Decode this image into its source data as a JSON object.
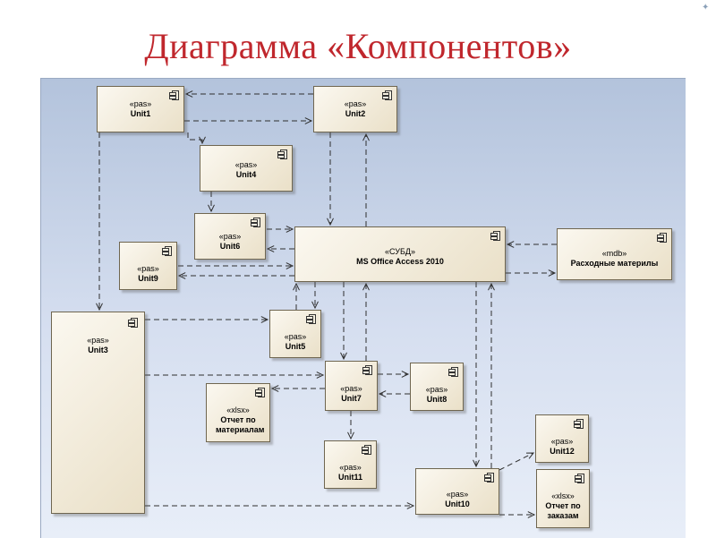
{
  "slide": {
    "title": "Диаграмма «Компонентов»"
  },
  "components": [
    {
      "id": "unit1",
      "stereotype": "«pas»",
      "name": "Unit1"
    },
    {
      "id": "unit2",
      "stereotype": "«pas»",
      "name": "Unit2"
    },
    {
      "id": "unit4",
      "stereotype": "«pas»",
      "name": "Unit4"
    },
    {
      "id": "unit6",
      "stereotype": "«pas»",
      "name": "Unit6"
    },
    {
      "id": "subd",
      "stereotype": "«СУБД»",
      "name": "MS Office Access 2010"
    },
    {
      "id": "mdb",
      "stereotype": "«mdb»",
      "name": "Расходные материлы"
    },
    {
      "id": "unit9",
      "stereotype": "«pas»",
      "name": "Unit9"
    },
    {
      "id": "unit3",
      "stereotype": "«pas»",
      "name": "Unit3"
    },
    {
      "id": "unit5",
      "stereotype": "«pas»",
      "name": "Unit5"
    },
    {
      "id": "unit7",
      "stereotype": "«pas»",
      "name": "Unit7"
    },
    {
      "id": "unit8",
      "stereotype": "«pas»",
      "name": "Unit8"
    },
    {
      "id": "xlsx1",
      "stereotype": "«xlsx»",
      "name": "Отчет по материалам"
    },
    {
      "id": "unit11",
      "stereotype": "«pas»",
      "name": "Unit11"
    },
    {
      "id": "unit12",
      "stereotype": "«pas»",
      "name": "Unit12"
    },
    {
      "id": "unit10",
      "stereotype": "«pas»",
      "name": "Unit10"
    },
    {
      "id": "xlsx2",
      "stereotype": "«xlsx»",
      "name": "Отчет по заказам"
    }
  ],
  "dependencies": [
    {
      "from": "unit2",
      "to": "unit1"
    },
    {
      "from": "unit1",
      "to": "unit2"
    },
    {
      "from": "unit1",
      "to": "unit4"
    },
    {
      "from": "unit1",
      "to": "unit3"
    },
    {
      "from": "unit4",
      "to": "unit6"
    },
    {
      "from": "unit2",
      "to": "subd"
    },
    {
      "from": "subd",
      "to": "unit2"
    },
    {
      "from": "unit6",
      "to": "subd"
    },
    {
      "from": "subd",
      "to": "unit6"
    },
    {
      "from": "mdb",
      "to": "subd"
    },
    {
      "from": "subd",
      "to": "mdb"
    },
    {
      "from": "unit9",
      "to": "subd"
    },
    {
      "from": "subd",
      "to": "unit9"
    },
    {
      "from": "unit3",
      "to": "unit5"
    },
    {
      "from": "unit5",
      "to": "subd"
    },
    {
      "from": "subd",
      "to": "unit5"
    },
    {
      "from": "unit3",
      "to": "unit7"
    },
    {
      "from": "subd",
      "to": "unit7"
    },
    {
      "from": "unit7",
      "to": "subd"
    },
    {
      "from": "unit7",
      "to": "unit8"
    },
    {
      "from": "unit8",
      "to": "unit7"
    },
    {
      "from": "unit7",
      "to": "xlsx1"
    },
    {
      "from": "unit7",
      "to": "unit11"
    },
    {
      "from": "subd",
      "to": "unit10"
    },
    {
      "from": "unit10",
      "to": "subd"
    },
    {
      "from": "unit3",
      "to": "unit10"
    },
    {
      "from": "unit10",
      "to": "unit12"
    },
    {
      "from": "unit10",
      "to": "xlsx2"
    }
  ]
}
